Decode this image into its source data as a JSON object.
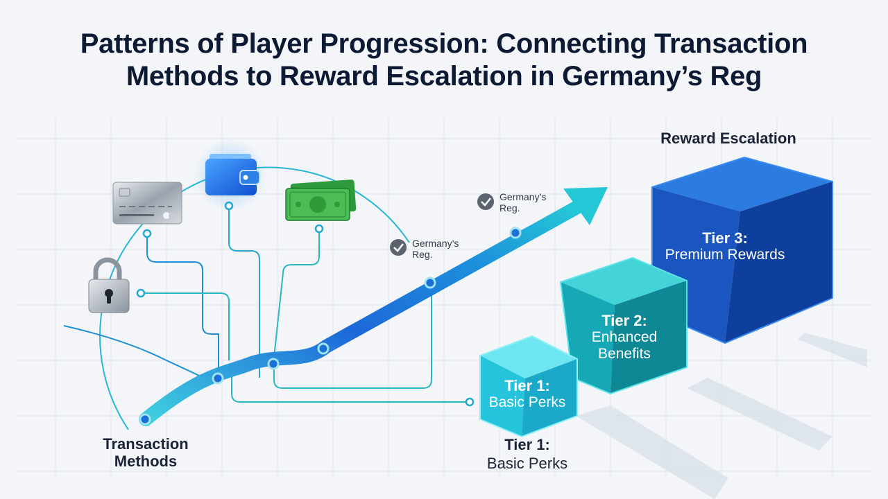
{
  "title": {
    "line1": "Patterns of Player Progression: Connecting Transaction",
    "line2": "Methods to Reward Escalation in Germany’s Reg"
  },
  "labels": {
    "transaction_methods": [
      "Transaction",
      "Methods"
    ],
    "reward_escalation": "Reward Escalation",
    "regulation_checkpoints": [
      [
        "Germany’s",
        "Reg."
      ],
      [
        "Germany’s",
        "Reg."
      ]
    ]
  },
  "tiers": [
    {
      "name": "Tier 1:",
      "desc": "Basic Perks",
      "color": "#22c3dc"
    },
    {
      "name": "Tier 2:",
      "desc": [
        "Enhanced",
        "Benefits"
      ],
      "color": "#14a9b5"
    },
    {
      "name": "Tier 3:",
      "desc": "Premium Rewards",
      "color": "#1650b8"
    }
  ],
  "bottom_tier": {
    "name": "Tier 1:",
    "desc": "Basic Perks"
  },
  "icons": [
    "credit-card-icon",
    "wallet-icon",
    "banknote-icon",
    "padlock-icon",
    "checkmark-icon",
    "arrow-icon"
  ],
  "colors": {
    "accent": "#1a73e8",
    "teal": "#22c3dc",
    "navy": "#0d1a33"
  }
}
